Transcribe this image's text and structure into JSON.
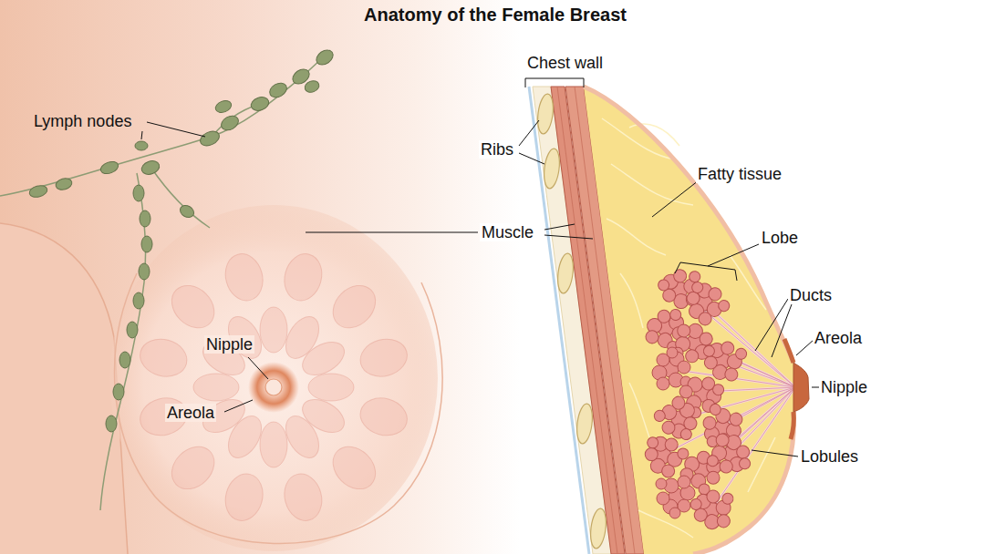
{
  "diagram": {
    "title": "Anatomy of the Female Breast",
    "labels": [
      "Lymph nodes",
      "Chest wall",
      "Ribs",
      "Fatty tissue",
      "Muscle",
      "Lobe",
      "Ducts",
      "Areola",
      "Nipple",
      "Lobules",
      "Nipple",
      "Areola"
    ]
  }
}
